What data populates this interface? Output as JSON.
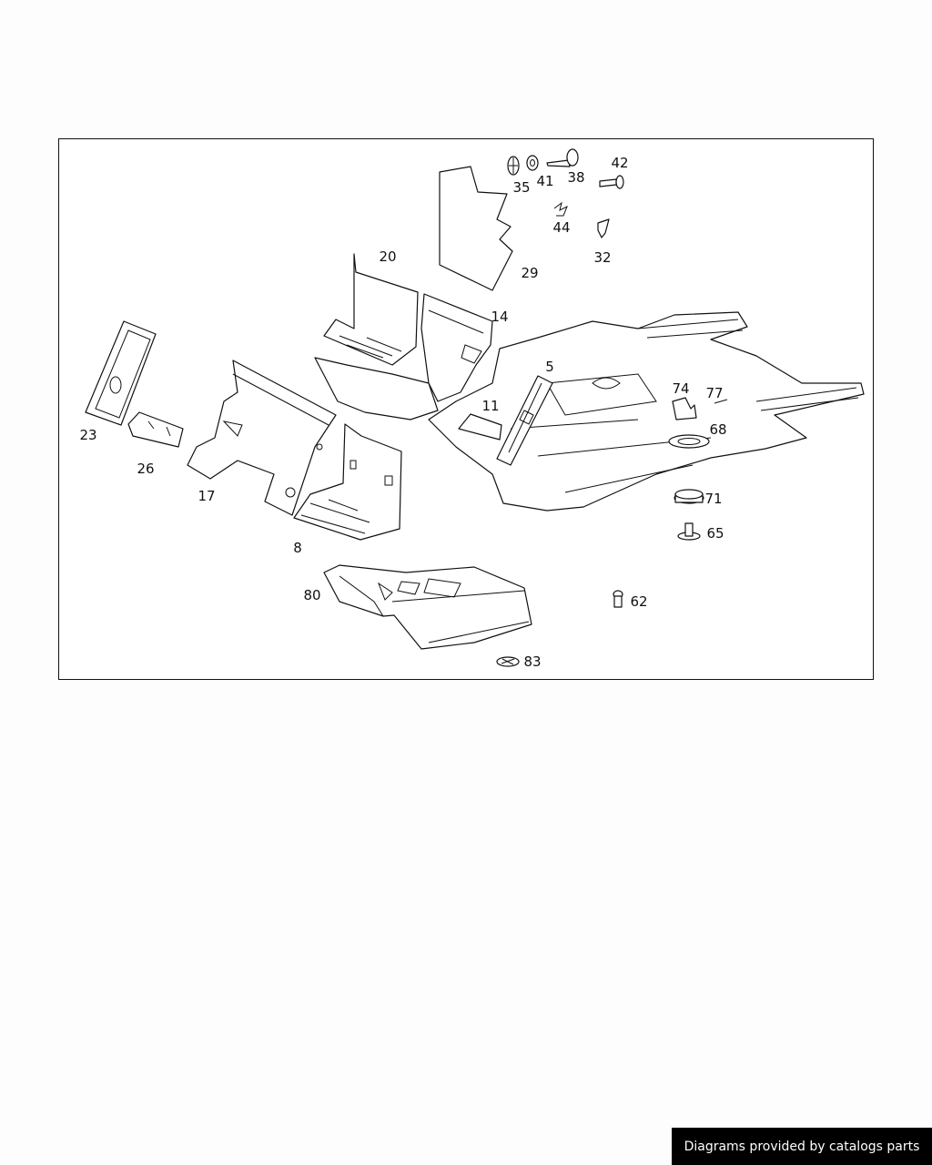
{
  "diagram": {
    "callouts": [
      "35",
      "41",
      "38",
      "42",
      "44",
      "32",
      "29",
      "20",
      "14",
      "5",
      "74",
      "77",
      "11",
      "68",
      "23",
      "26",
      "17",
      "71",
      "8",
      "65",
      "80",
      "62",
      "83"
    ]
  },
  "footer": {
    "credit": "Diagrams provided by catalogs parts"
  }
}
